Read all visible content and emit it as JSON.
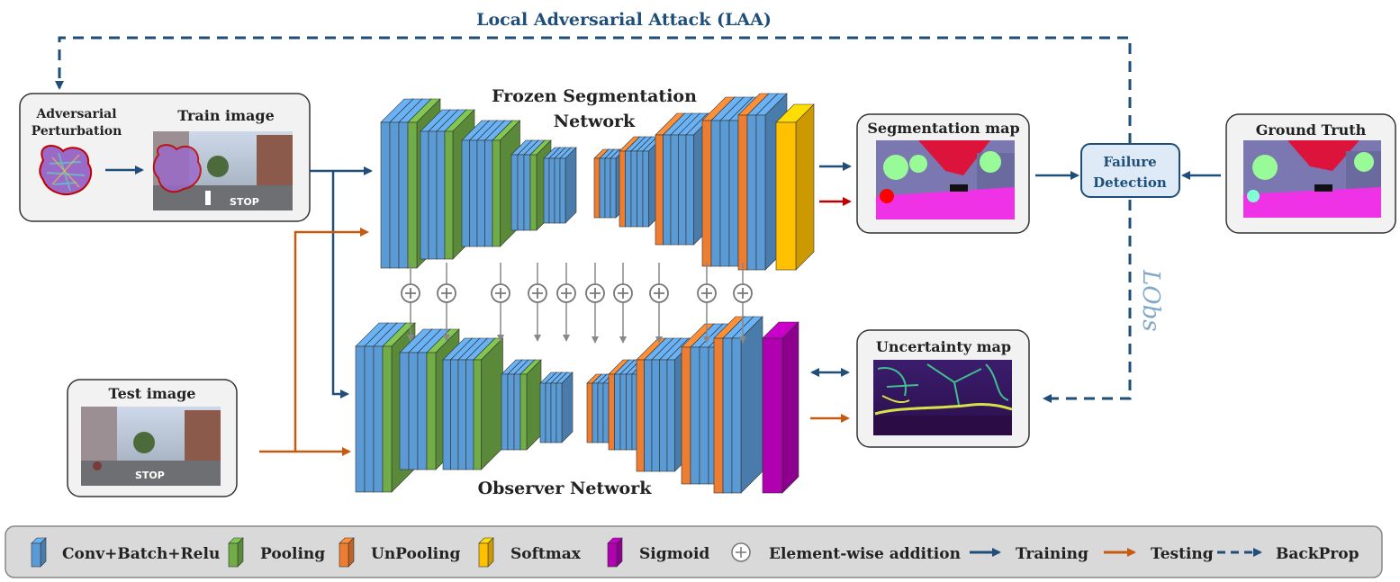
{
  "top_label": "Local Adversarial Attack (LAA)",
  "networks": {
    "frozen_line1": "Frozen Segmentation",
    "frozen_line2": "Network",
    "observer": "Observer Network"
  },
  "panels": {
    "adversarial_line1": "Adversarial",
    "adversarial_line2": "Perturbation",
    "train_image": "Train image",
    "test_image": "Test image",
    "segmentation_map": "Segmentation map",
    "uncertainty_map": "Uncertainty map",
    "ground_truth": "Ground Truth",
    "failure_line1": "Failure",
    "failure_line2": "Detection",
    "stop_sign_text": "STOP"
  },
  "loss_label": "LObs",
  "legend": {
    "conv": "Conv+Batch+Relu",
    "pooling": "Pooling",
    "unpooling": "UnPooling",
    "softmax": "Softmax",
    "sigmoid": "Sigmoid",
    "addition": "Element-wise addition",
    "training": "Training",
    "testing": "Testing",
    "backprop": "BackProp"
  },
  "colors": {
    "conv": "#5b9bd5",
    "pooling": "#70ad47",
    "unpooling": "#ed7d31",
    "softmax": "#ffc000",
    "sigmoid": "#b000b0",
    "training_arrow": "#1f4e79",
    "testing_arrow": "#c55a11",
    "backprop_arrow": "#1f4e79",
    "loss_label": "#7fa7c9",
    "panel_bg": "#f2f2f2"
  }
}
